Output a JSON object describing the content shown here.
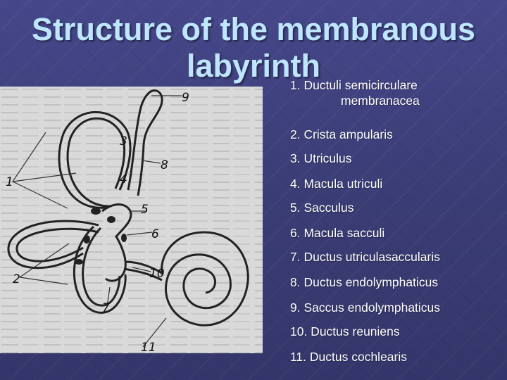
{
  "slide": {
    "title_line1": "Structure of the membranous",
    "title_line2": "labyrinth"
  },
  "legend": [
    {
      "text": "1.  Ductuli semicirculare",
      "cont": "membranacea"
    },
    {
      "text": "2.  Crista ampularis"
    },
    {
      "text": "3.  Utriculus"
    },
    {
      "text": "4.  Macula utriculi"
    },
    {
      "text": "5.  Sacculus"
    },
    {
      "text": "6.  Macula sacculi"
    },
    {
      "text": "7.  Ductus utriculasaccularis"
    },
    {
      "text": "8.  Ductus endolymphaticus"
    },
    {
      "text": "9.  Saccus endolymphaticus"
    },
    {
      "text": "10. Ductus reuniens"
    },
    {
      "text": "11. Ductus cochlearis"
    }
  ],
  "figure_labels": {
    "n1": "1",
    "n2": "2",
    "n3": "3",
    "n4": "4",
    "n5": "5",
    "n6": "6",
    "n7": "7",
    "n8": "8",
    "n9": "9",
    "n10": "10",
    "n11": "11"
  },
  "colors": {
    "background": "#3c3e78",
    "title": "#bfe6ff",
    "legend_text": "#ffffff",
    "figure_bg": "#d9d9d9"
  }
}
